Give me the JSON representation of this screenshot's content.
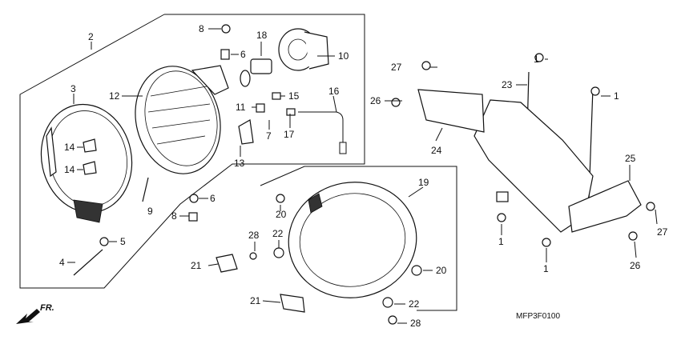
{
  "diagram": {
    "callouts": [
      "1",
      "2",
      "3",
      "4",
      "5",
      "6",
      "7",
      "8",
      "9",
      "10",
      "11",
      "12",
      "13",
      "14",
      "15",
      "16",
      "17",
      "18",
      "19",
      "20",
      "21",
      "22",
      "23",
      "24",
      "25",
      "26",
      "27",
      "28"
    ],
    "drawing_code": "MFP3F0100",
    "direction_label": "FR."
  }
}
